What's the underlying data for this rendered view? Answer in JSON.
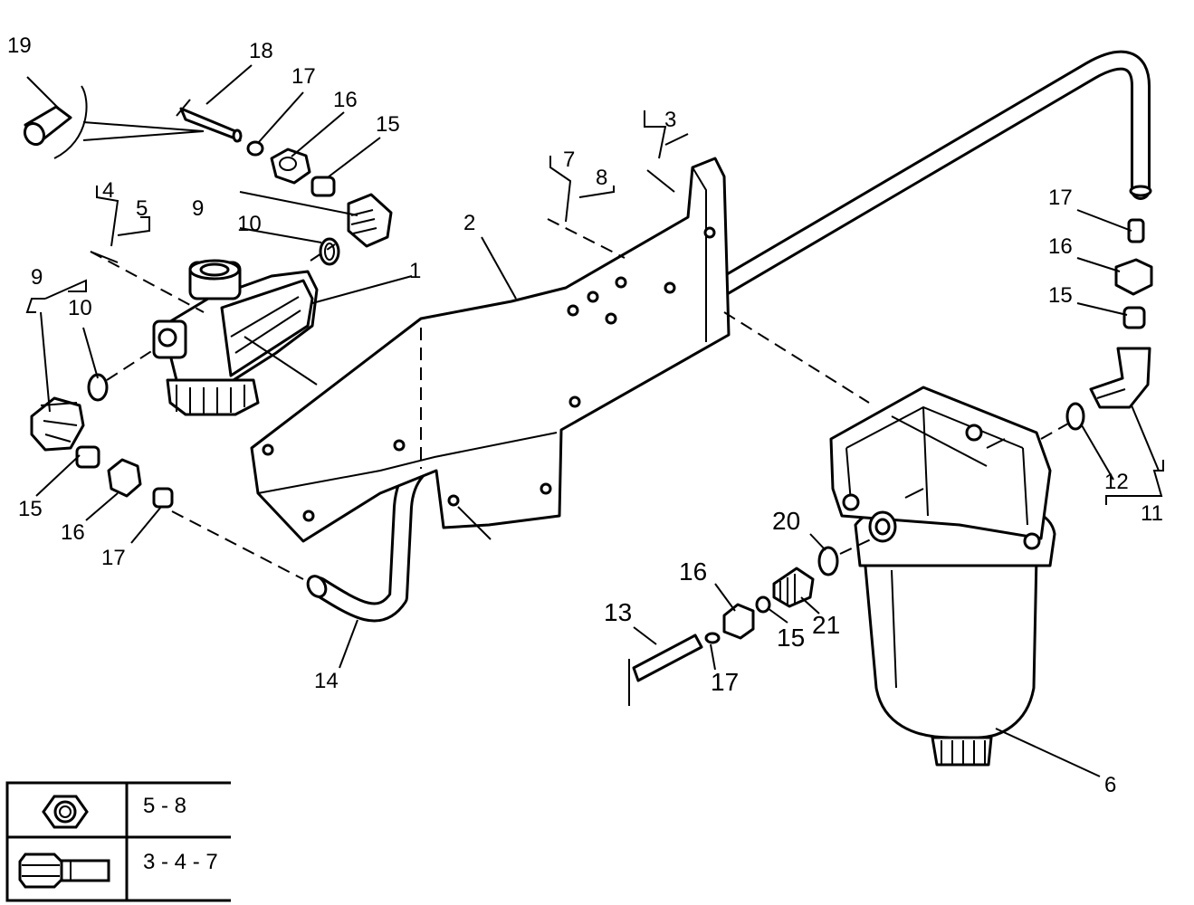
{
  "labels": {
    "p1": "1",
    "p2": "2",
    "p3": "3",
    "p4": "4",
    "p5": "5",
    "p6": "6",
    "p7": "7",
    "p8": "8",
    "p9a": "9",
    "p9b": "9",
    "p10a": "10",
    "p10b": "10",
    "p11": "11",
    "p12": "12",
    "p13": "13",
    "p14": "14",
    "p15a": "15",
    "p15b": "15",
    "p15c": "15",
    "p15d": "15",
    "p16a": "16",
    "p16b": "16",
    "p16c": "16",
    "p16d": "16",
    "p17a": "17",
    "p17b": "17",
    "p17c": "17",
    "p17d": "17",
    "p18": "18",
    "p19": "19",
    "p20": "20",
    "p21": "21"
  },
  "legend": {
    "nut_refs": "5 - 8",
    "bolt_refs": "3 - 4 - 7",
    "nut_icon": "hex-nut-icon",
    "bolt_icon": "bolt-icon"
  }
}
